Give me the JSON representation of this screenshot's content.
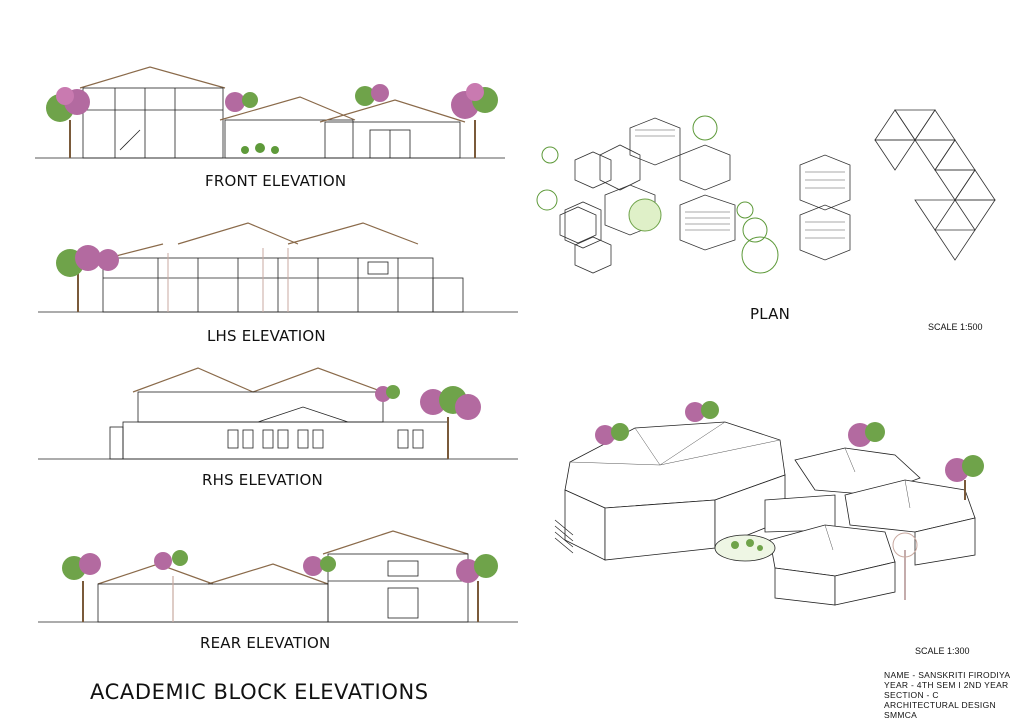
{
  "sheet": {
    "title": "ACADEMIC BLOCK ELEVATIONS",
    "elevations": {
      "front": "FRONT ELEVATION",
      "lhs": "LHS ELEVATION",
      "rhs": "RHS ELEVATION",
      "rear": "REAR ELEVATION"
    },
    "plan": {
      "label": "PLAN",
      "scale": "SCALE 1:500"
    },
    "isometric": {
      "scale": "SCALE 1:300"
    },
    "info": {
      "name": "NAME -  SANSKRITI FIRODIYA",
      "year": "YEAR  -  4TH SEM I 2ND YEAR",
      "section": " SECTION  -  C",
      "subject": "ARCHITECTURAL  DESIGN",
      "college": "SMMCA"
    }
  },
  "colors": {
    "line": "#222222",
    "roof": "#8a6a4a",
    "foliage_pink": "#c46aa8",
    "foliage_green": "#5e9a3a",
    "trunk": "#7a5a3a"
  }
}
